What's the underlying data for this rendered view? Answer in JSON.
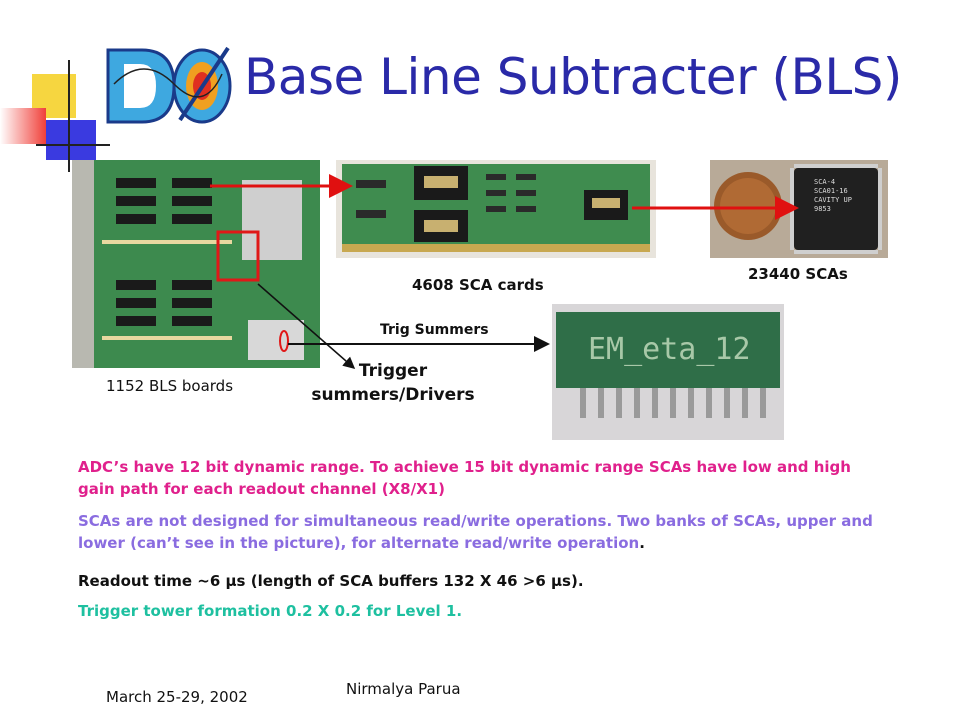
{
  "slide": {
    "title": "Base Line Subtracter (BLS)",
    "logo_text": "DØ",
    "colors": {
      "title": "#2a2aa8",
      "magenta": "#e0208c",
      "violet": "#8a6ce0",
      "teal": "#1ec0a0",
      "arrow": "#e01010"
    }
  },
  "captions": {
    "bls_boards": "1152 BLS boards",
    "sca_cards": "4608 SCA cards",
    "scas": "23440 SCAs",
    "trig_summers": "Trig Summers",
    "trigger_drivers_line1": "Trigger",
    "trigger_drivers_line2": "summers/Drivers"
  },
  "photos": {
    "sca_chip_label": "SCA-4\nSCA01-16\nCAVITY UP\n9853",
    "hybrid_label": "EM_eta_12"
  },
  "body": {
    "p1": "ADC’s have 12 bit dynamic range. To achieve 15 bit dynamic range SCAs have low and high gain path for each readout channel (X8/X1)",
    "p2": "SCAs are not designed for simultaneous read/write operations. Two banks of SCAs, upper and lower (can’t see in the picture), for alternate read/write operation",
    "p2_end": ".",
    "p3": "Readout time ~6 µs (length of SCA buffers 132 X 46 >6 µs).",
    "p4": "Trigger tower formation 0.2 X 0.2 for Level 1."
  },
  "footer": {
    "date": "March 25-29, 2002",
    "author": "Nirmalya Parua"
  }
}
